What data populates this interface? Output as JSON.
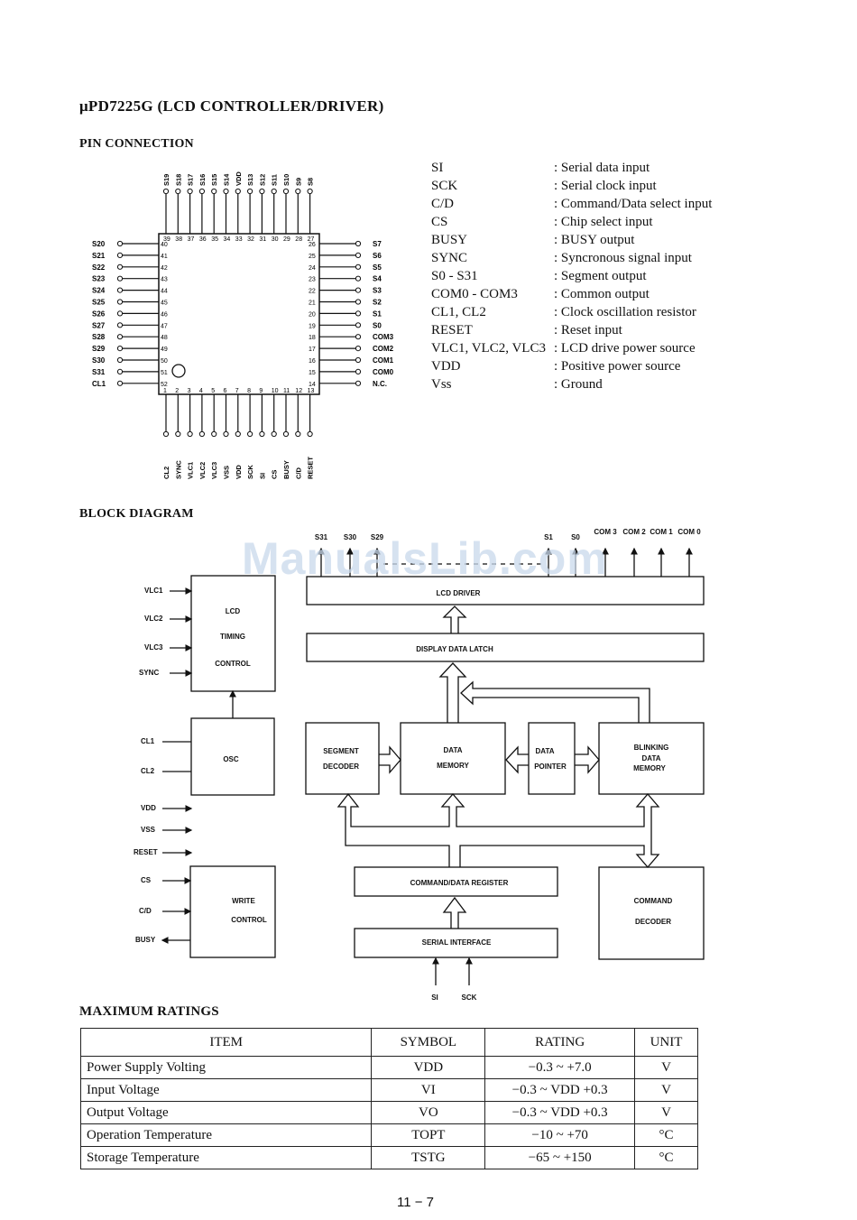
{
  "title": "μPD7225G (LCD CONTROLLER/DRIVER)",
  "pin_connection": {
    "heading": "PIN CONNECTION",
    "top_pins": [
      "S19",
      "S18",
      "S17",
      "S16",
      "S15",
      "S14",
      "VDD",
      "S13",
      "S12",
      "S11",
      "S10",
      "S9",
      "S8"
    ],
    "top_numbers": [
      "39",
      "38",
      "37",
      "36",
      "35",
      "34",
      "33",
      "32",
      "31",
      "30",
      "29",
      "28",
      "27"
    ],
    "left_pins": [
      "S20",
      "S21",
      "S22",
      "S23",
      "S24",
      "S25",
      "S26",
      "S27",
      "S28",
      "S29",
      "S30",
      "S31",
      "CL1"
    ],
    "left_numbers": [
      "40",
      "41",
      "42",
      "43",
      "44",
      "45",
      "46",
      "47",
      "48",
      "49",
      "50",
      "51",
      "52"
    ],
    "right_pins": [
      "S7",
      "S6",
      "S5",
      "S4",
      "S3",
      "S2",
      "S1",
      "S0",
      "COM3",
      "COM2",
      "COM1",
      "COM0",
      "N.C."
    ],
    "right_numbers": [
      "26",
      "25",
      "24",
      "23",
      "22",
      "21",
      "20",
      "19",
      "18",
      "17",
      "16",
      "15",
      "14"
    ],
    "bottom_pins": [
      "CL2",
      "SYNC",
      "VLC1",
      "VLC2",
      "VLC3",
      "VSS",
      "VDD",
      "SCK",
      "SI",
      "CS",
      "BUSY",
      "C/D",
      "RESET"
    ],
    "bottom_numbers": [
      "1",
      "2",
      "3",
      "4",
      "5",
      "6",
      "7",
      "8",
      "9",
      "10",
      "11",
      "12",
      "13"
    ],
    "legend": [
      {
        "symbol": "SI",
        "description": ": Serial data input"
      },
      {
        "symbol": "SCK",
        "description": ": Serial clock input"
      },
      {
        "symbol": "C/D",
        "description": ": Command/Data select input"
      },
      {
        "symbol": "CS",
        "description": ": Chip select input"
      },
      {
        "symbol": "BUSY",
        "description": ": BUSY output"
      },
      {
        "symbol": "SYNC",
        "description": ": Syncronous signal input"
      },
      {
        "symbol": "S0 - S31",
        "description": ": Segment output"
      },
      {
        "symbol": "COM0 - COM3",
        "description": ": Common output"
      },
      {
        "symbol": "CL1, CL2",
        "description": ": Clock oscillation resistor"
      },
      {
        "symbol": "RESET",
        "description": ": Reset input"
      },
      {
        "symbol": "VLC1, VLC2, VLC3",
        "description": ": LCD drive power source"
      },
      {
        "symbol": "VDD",
        "description": ": Positive power source"
      },
      {
        "symbol": "Vss",
        "description": ": Ground"
      }
    ]
  },
  "block_diagram": {
    "heading": "BLOCK DIAGRAM",
    "watermark": "ManualsLib.com",
    "outputs": {
      "s31": "S31",
      "s30": "S30",
      "s29": "S29",
      "s1": "S1",
      "s0": "S0",
      "com3": "COM 3",
      "com2": "COM 2",
      "com1": "COM 1",
      "com0": "COM 0"
    },
    "inputs": {
      "vlc1": "VLC1",
      "vlc2": "VLC2",
      "vlc3": "VLC3",
      "sync": "SYNC",
      "cl1": "CL1",
      "cl2": "CL2",
      "vdd": "VDD",
      "vss": "VSS",
      "reset": "RESET",
      "cs": "CS",
      "cd": "C/D",
      "busy": "BUSY",
      "si": "SI",
      "sck": "SCK"
    },
    "blocks": {
      "lcd_driver": "LCD DRIVER",
      "display_data_latch": "DISPLAY DATA LATCH",
      "lcd_timing_1": "LCD",
      "lcd_timing_2": "TIMING",
      "lcd_timing_3": "CONTROL",
      "osc": "OSC",
      "segment_decoder_1": "SEGMENT",
      "segment_decoder_2": "DECODER",
      "data_memory_1": "DATA",
      "data_memory_2": "MEMORY",
      "data_pointer_1": "DATA",
      "data_pointer_2": "POINTER",
      "blinking_1": "BLINKING",
      "blinking_2": "DATA",
      "blinking_3": "MEMORY",
      "write_control_1": "WRITE",
      "write_control_2": "CONTROL",
      "command_data_register": "COMMAND/DATA REGISTER",
      "serial_interface": "SERIAL INTERFACE",
      "command_decoder_1": "COMMAND",
      "command_decoder_2": "DECODER"
    }
  },
  "maximum_ratings": {
    "heading": "MAXIMUM RATINGS",
    "headers": [
      "ITEM",
      "SYMBOL",
      "RATING",
      "UNIT"
    ],
    "rows": [
      [
        "Power Supply Volting",
        "VDD",
        "−0.3 ~ +7.0",
        "V"
      ],
      [
        "Input Voltage",
        "VI",
        "−0.3 ~ VDD +0.3",
        "V"
      ],
      [
        "Output Voltage",
        "VO",
        "−0.3 ~ VDD +0.3",
        "V"
      ],
      [
        "Operation Temperature",
        "TOPT",
        "−10 ~ +70",
        "°C"
      ],
      [
        "Storage Temperature",
        "TSTG",
        "−65 ~ +150",
        "°C"
      ]
    ]
  },
  "page_number": "11 − 7"
}
